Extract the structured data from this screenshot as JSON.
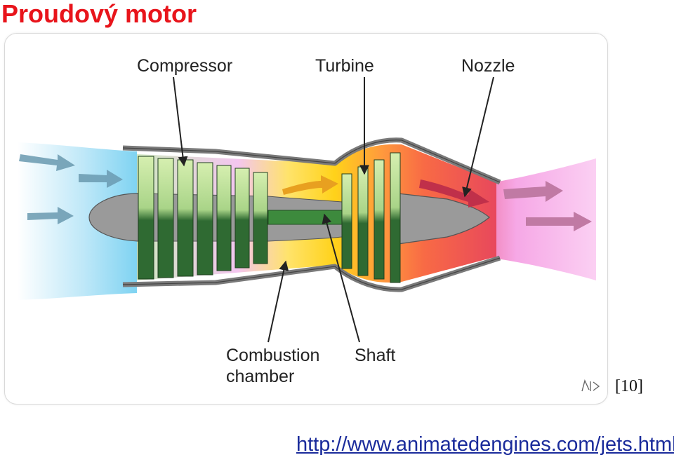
{
  "title": "Proudový motor",
  "diagram": {
    "labels": {
      "compressor": "Compressor",
      "turbine": "Turbine",
      "nozzle": "Nozzle",
      "combustion_line1": "Combustion",
      "combustion_line2": "chamber",
      "shaft": "Shaft"
    },
    "colors": {
      "intake": "#7fd3f2",
      "compressor_air": "#f3c6ef",
      "combustion": "#ffd21a",
      "turbine_hot": "#ff8a3d",
      "exhaust": "#e8485c",
      "exhaust_plume": "#f6a8e6",
      "blades_light": "#c8e6a0",
      "blades_dark": "#2f6a32",
      "casing": "#7a7a7a",
      "shaft": "#3d8a3d"
    }
  },
  "reference": "[10]",
  "source_url": "http://www.animatedengines.com/jets.html"
}
